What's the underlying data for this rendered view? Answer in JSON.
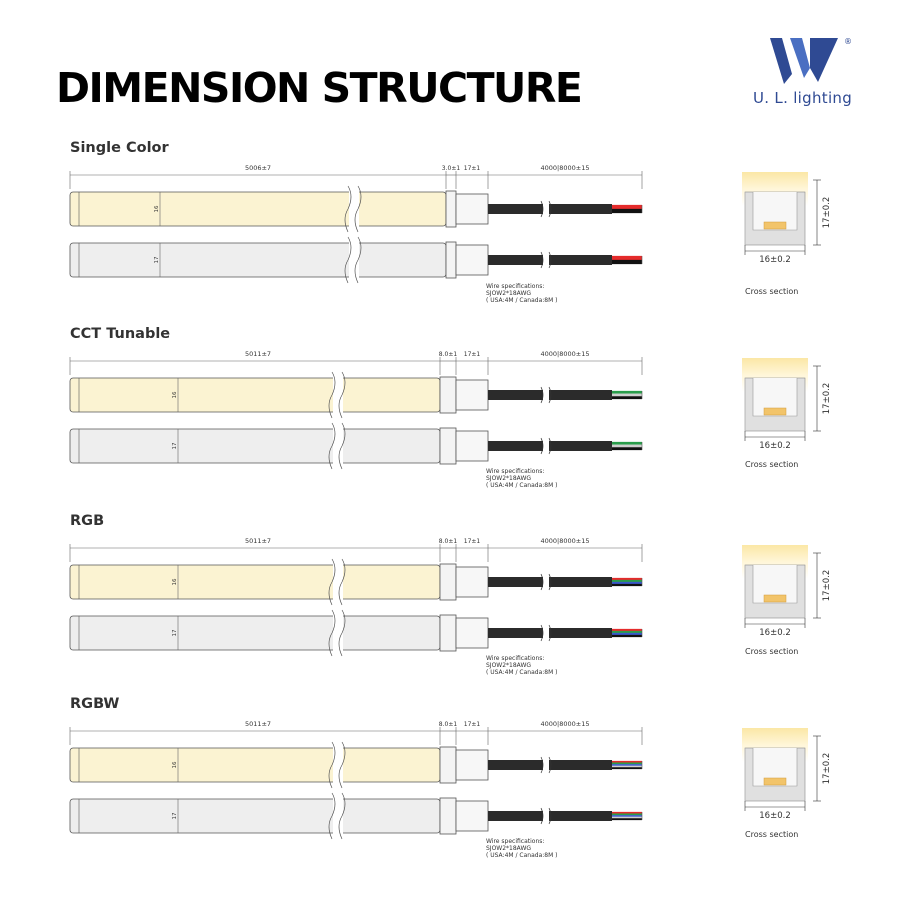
{
  "header": {
    "title": "DIMENSION STRUCTURE",
    "logo_text": "U. L. lighting",
    "logo_registered": "®",
    "brand_color": "#2f4a93"
  },
  "sections": [
    {
      "name": "Single Color",
      "total_length": "5006±7",
      "end_cap": "3.0±1",
      "connector": "17±1",
      "cable_length": "4000|8000±15",
      "height_top": "16",
      "height_bottom": "17",
      "wire_spec": [
        "Wire specifications:",
        "SJOW2*18AWG",
        "( USA:4M / Canada:8M )"
      ],
      "wire_colors": [
        "#e52b2b",
        "#111111"
      ],
      "cross_section": {
        "width": "16±0.2",
        "height": "17±0.2",
        "label": "Cross section"
      }
    },
    {
      "name": "CCT Tunable",
      "total_length": "5011±7",
      "end_cap": "8.0±1",
      "connector": "17±1",
      "cable_length": "4000|8000±15",
      "height_top": "16",
      "height_bottom": "17",
      "wire_spec": [
        "Wire specifications:",
        "SJOW2*18AWG",
        "( USA:4M / Canada:8M )"
      ],
      "wire_colors": [
        "#2a9d4b",
        "#ffffff",
        "#111111"
      ],
      "cross_section": {
        "width": "16±0.2",
        "height": "17±0.2",
        "label": "Cross section"
      }
    },
    {
      "name": "RGB",
      "total_length": "5011±7",
      "end_cap": "8.0±1",
      "connector": "17±1",
      "cable_length": "4000|8000±15",
      "height_top": "16",
      "height_bottom": "17",
      "wire_spec": [
        "Wire specifications:",
        "SJOW2*18AWG",
        "( USA:4M / Canada:8M )"
      ],
      "wire_colors": [
        "#e52b2b",
        "#2a9d4b",
        "#3a58c9",
        "#111111"
      ],
      "cross_section": {
        "width": "16±0.2",
        "height": "17±0.2",
        "label": "Cross section"
      }
    },
    {
      "name": "RGBW",
      "total_length": "5011±7",
      "end_cap": "8.0±1",
      "connector": "17±1",
      "cable_length": "4000|8000±15",
      "height_top": "16",
      "height_bottom": "17",
      "wire_spec": [
        "Wire specifications:",
        "SJOW2*18AWG",
        "( USA:4M / Canada:8M )"
      ],
      "wire_colors": [
        "#e52b2b",
        "#2a9d4b",
        "#3a58c9",
        "#ffffff",
        "#111111"
      ],
      "cross_section": {
        "width": "16±0.2",
        "height": "17±0.2",
        "label": "Cross section"
      }
    }
  ],
  "colors": {
    "lit_strip": "#fbf3d2",
    "unlit_strip": "#eeeeee",
    "cable": "#2b2b2b",
    "outline": "#555555"
  }
}
